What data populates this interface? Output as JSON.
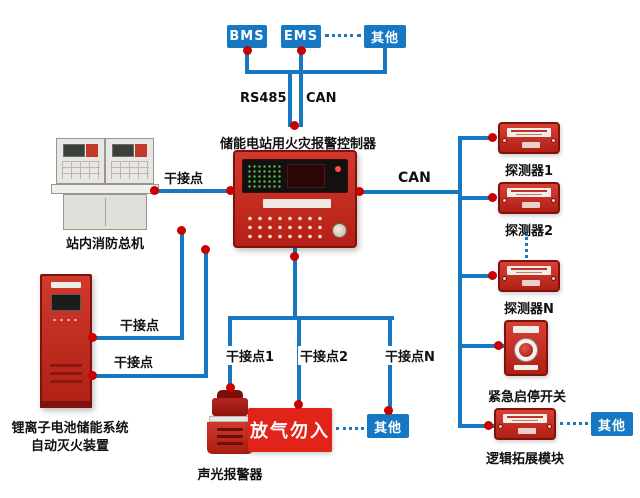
{
  "colors": {
    "line_blue": "#1678c2",
    "node_blue": "#1678c2",
    "junction_red": "#c80000",
    "device_red": "#c4261d",
    "sign_red": "#e2231a"
  },
  "top": {
    "bms": "BMS",
    "ems": "EMS",
    "other": "其他",
    "rs485": "RS485",
    "can": "CAN"
  },
  "controller": {
    "label": "储能电站用火灾报警控制器"
  },
  "left": {
    "dry_contact": "干接点",
    "console_label": "站内消防总机",
    "cabinet_dry_contact_1": "干接点",
    "cabinet_dry_contact_2": "干接点",
    "cabinet_label_1": "锂离子电池储能系统",
    "cabinet_label_2": "自动灭火装置"
  },
  "right": {
    "can": "CAN",
    "detector_1": "探测器1",
    "detector_2": "探测器2",
    "detector_n": "探测器N",
    "emergency_switch": "紧急启停开关",
    "logic_module": "逻辑拓展模块",
    "other": "其他"
  },
  "bottom": {
    "dry_contact_1": "干接点1",
    "dry_contact_2": "干接点2",
    "dry_contact_n": "干接点N",
    "alarm": "声光报警器",
    "gas_sign": "放气勿入",
    "other": "其他"
  }
}
